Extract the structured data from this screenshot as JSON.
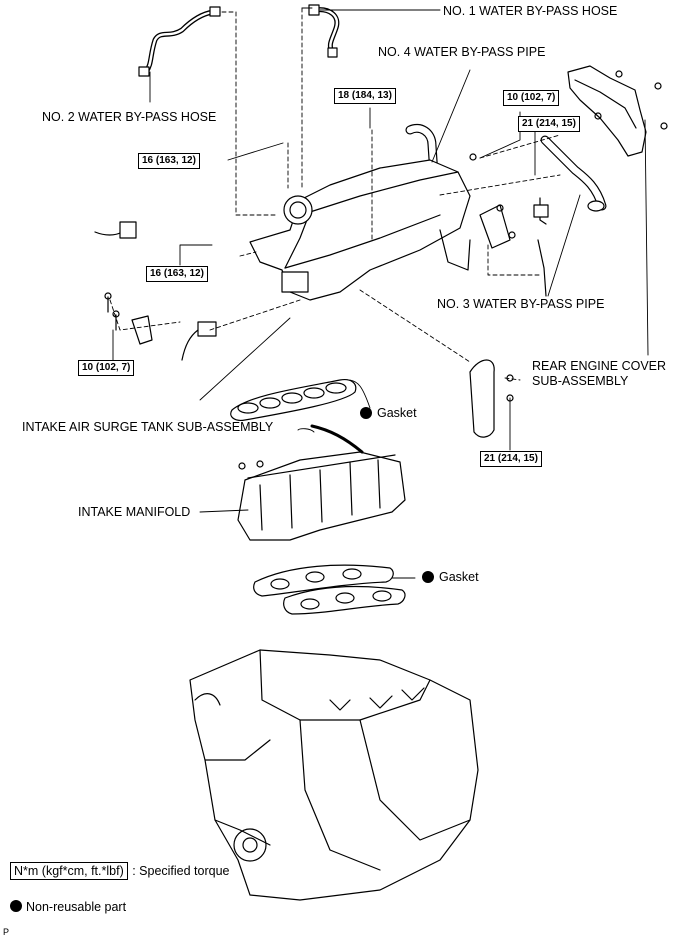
{
  "labels": {
    "no1_hose": "NO. 1 WATER BY-PASS HOSE",
    "no4_pipe": "NO. 4 WATER BY-PASS PIPE",
    "no2_hose": "NO. 2 WATER BY-PASS HOSE",
    "no3_pipe": "NO. 3 WATER BY-PASS PIPE",
    "rear_cover_line1": "REAR ENGINE COVER",
    "rear_cover_line2": "SUB-ASSEMBLY",
    "surge_tank": "INTAKE AIR SURGE TANK SUB-ASSEMBLY",
    "gasket_upper": "Gasket",
    "gasket_lower": "Gasket",
    "intake_manifold": "INTAKE MANIFOLD"
  },
  "torques": {
    "t_18": "18 (184, 13)",
    "t_10_top": "10 (102, 7)",
    "t_21_top": "21 (214, 15)",
    "t_16_a": "16 (163, 12)",
    "t_16_b": "16 (163, 12)",
    "t_10_left": "10 (102, 7)",
    "t_21_low": "21 (214, 15)"
  },
  "legend": {
    "torque_box": "N*m (kgf*cm, ft.*lbf)",
    "torque_text": ": Specified torque",
    "nonreusable_text": "Non-reusable part"
  },
  "corner_mark": "P"
}
